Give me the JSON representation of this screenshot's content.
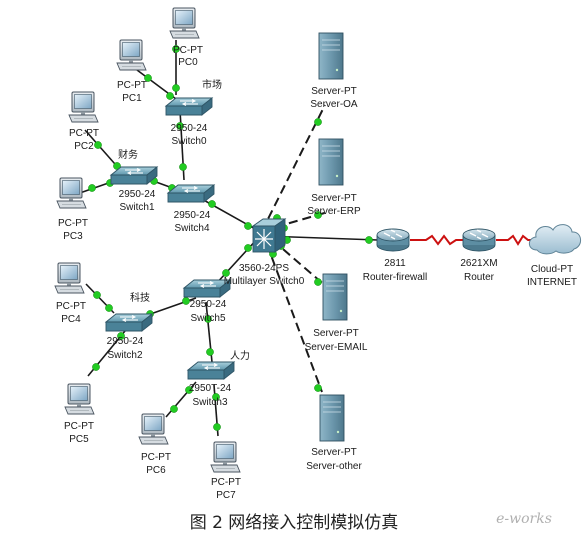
{
  "caption": "图 2  网络接入控制模拟仿真",
  "watermark": "e-works",
  "colors": {
    "link": "#1a1a1a",
    "port": "#22cc22",
    "serial": "#cc1111"
  },
  "nodes": {
    "pc0": {
      "type": "PC-PT",
      "name": "PC0"
    },
    "pc1": {
      "type": "PC-PT",
      "name": "PC1"
    },
    "pc2": {
      "type": "PC-PT",
      "name": "PC2"
    },
    "pc3": {
      "type": "PC-PT",
      "name": "PC3"
    },
    "pc4": {
      "type": "PC-PT",
      "name": "PC4"
    },
    "pc5": {
      "type": "PC-PT",
      "name": "PC5"
    },
    "pc6": {
      "type": "PC-PT",
      "name": "PC6"
    },
    "pc7": {
      "type": "PC-PT",
      "name": "PC7"
    },
    "switch0": {
      "model": "2950-24",
      "name": "Switch0",
      "group": "市场"
    },
    "switch1": {
      "model": "2950-24",
      "name": "Switch1",
      "group": "财务"
    },
    "switch2": {
      "model": "2950-24",
      "name": "Switch2",
      "group": "科技"
    },
    "switch3": {
      "model": "2950T-24",
      "name": "Switch3",
      "group": "人力"
    },
    "switch4": {
      "model": "2950-24",
      "name": "Switch4"
    },
    "switch5": {
      "model": "2950-24",
      "name": "Switch5"
    },
    "core": {
      "model": "3560-24PS",
      "name": "Multilayer Switch0"
    },
    "srv_oa": {
      "type": "Server-PT",
      "name": "Server-OA"
    },
    "srv_erp": {
      "type": "Server-PT",
      "name": "Server-ERP"
    },
    "srv_email": {
      "type": "Server-PT",
      "name": "Server-EMAIL"
    },
    "srv_other": {
      "type": "Server-PT",
      "name": "Server-other"
    },
    "router_fw": {
      "model": "2811",
      "name": "Router-firewall"
    },
    "router": {
      "model": "2621XM",
      "name": "Router"
    },
    "cloud": {
      "type": "Cloud-PT",
      "name": "INTERNET"
    }
  }
}
